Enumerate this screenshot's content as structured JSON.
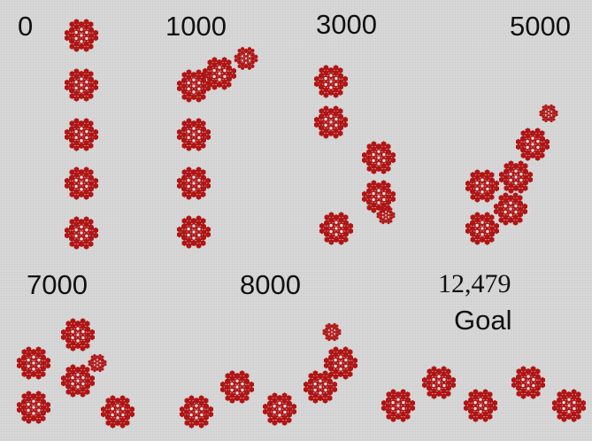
{
  "labels": {
    "step_0": "0",
    "step_1000": "1000",
    "step_3000": "3000",
    "step_5000": "5000",
    "step_7000": "7000",
    "step_8000": "8000",
    "step_final": "12,479",
    "goal": "Goal"
  },
  "colors": {
    "shape_fill": "#b01515",
    "hole": "#eae2e2",
    "background": "#d8d8d8"
  },
  "icons": [
    "hexagonal-flake-cluster"
  ]
}
